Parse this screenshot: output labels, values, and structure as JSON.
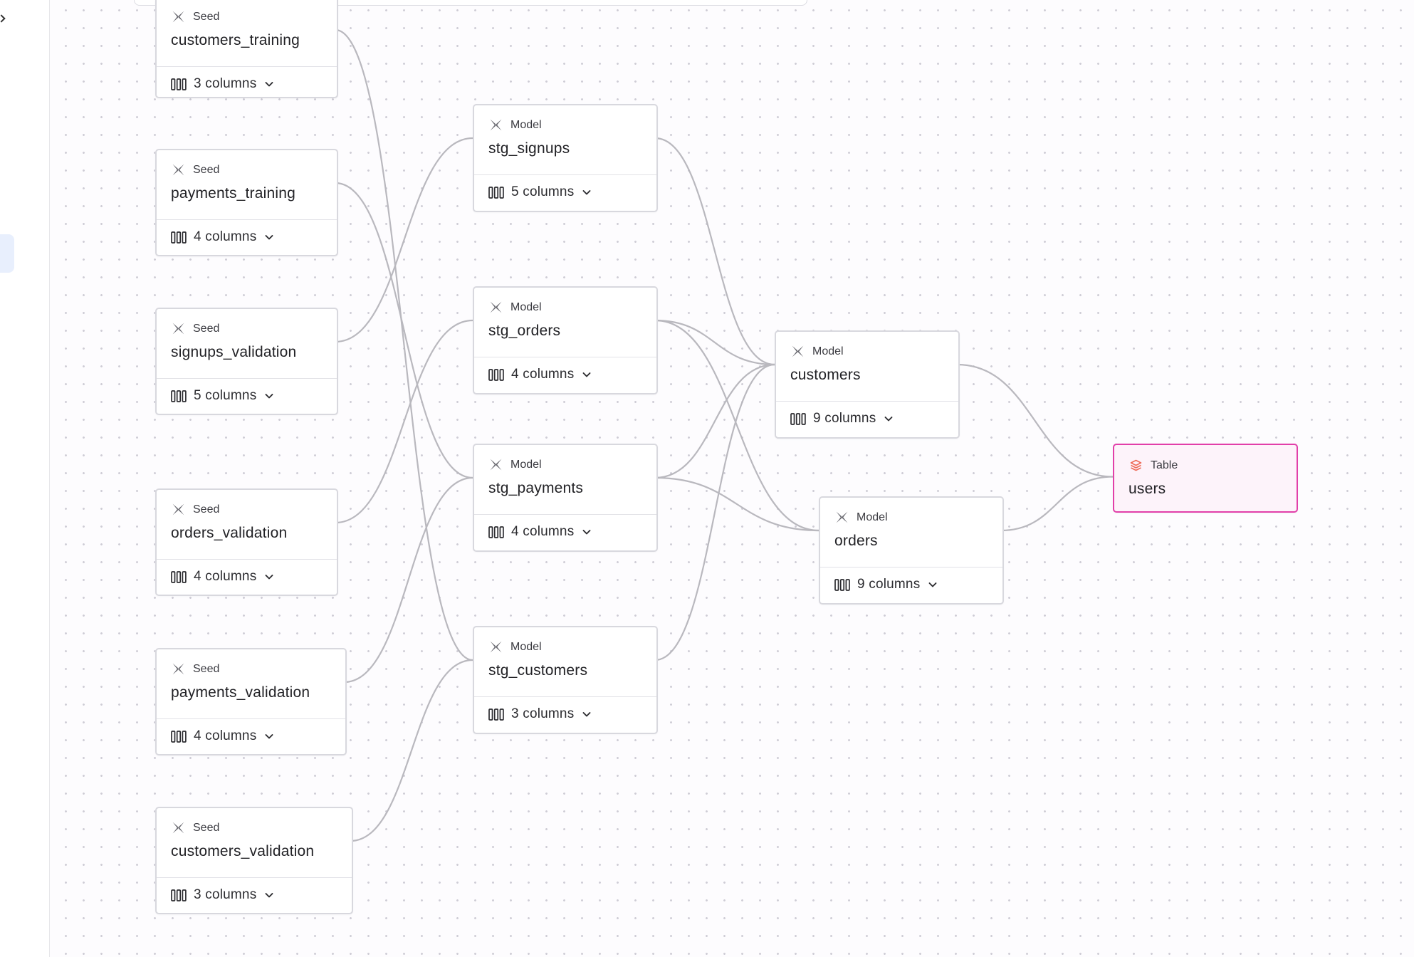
{
  "colors": {
    "edge": "#b9b8be",
    "table_border": "#e23fa9",
    "table_background": "#fdf3fa",
    "table_icon": "#ee6a57",
    "node_icon": "#6b6b72"
  },
  "nodes": [
    {
      "id": "customers_training",
      "kind": "Seed",
      "name": "customers_training",
      "columns": "3 columns",
      "icon": "dbt-logo-icon"
    },
    {
      "id": "payments_training",
      "kind": "Seed",
      "name": "payments_training",
      "columns": "4 columns",
      "icon": "dbt-logo-icon"
    },
    {
      "id": "signups_validation",
      "kind": "Seed",
      "name": "signups_validation",
      "columns": "5 columns",
      "icon": "dbt-logo-icon"
    },
    {
      "id": "orders_validation",
      "kind": "Seed",
      "name": "orders_validation",
      "columns": "4 columns",
      "icon": "dbt-logo-icon"
    },
    {
      "id": "payments_validation",
      "kind": "Seed",
      "name": "payments_validation",
      "columns": "4 columns",
      "icon": "dbt-logo-icon"
    },
    {
      "id": "customers_validation",
      "kind": "Seed",
      "name": "customers_validation",
      "columns": "3 columns",
      "icon": "dbt-logo-icon"
    },
    {
      "id": "stg_signups",
      "kind": "Model",
      "name": "stg_signups",
      "columns": "5 columns",
      "icon": "dbt-logo-icon"
    },
    {
      "id": "stg_orders",
      "kind": "Model",
      "name": "stg_orders",
      "columns": "4 columns",
      "icon": "dbt-logo-icon"
    },
    {
      "id": "stg_payments",
      "kind": "Model",
      "name": "stg_payments",
      "columns": "4 columns",
      "icon": "dbt-logo-icon"
    },
    {
      "id": "stg_customers",
      "kind": "Model",
      "name": "stg_customers",
      "columns": "3 columns",
      "icon": "dbt-logo-icon"
    },
    {
      "id": "customers",
      "kind": "Model",
      "name": "customers",
      "columns": "9 columns",
      "icon": "dbt-logo-icon"
    },
    {
      "id": "orders",
      "kind": "Model",
      "name": "orders",
      "columns": "9 columns",
      "icon": "dbt-logo-icon"
    },
    {
      "id": "users",
      "kind": "Table",
      "name": "users",
      "icon": "table-layers-icon"
    }
  ],
  "edges": [
    [
      "customers_training",
      "stg_customers"
    ],
    [
      "payments_training",
      "stg_payments"
    ],
    [
      "signups_validation",
      "stg_signups"
    ],
    [
      "orders_validation",
      "stg_orders"
    ],
    [
      "payments_validation",
      "stg_payments"
    ],
    [
      "customers_validation",
      "stg_customers"
    ],
    [
      "stg_signups",
      "customers"
    ],
    [
      "stg_orders",
      "customers"
    ],
    [
      "stg_payments",
      "customers"
    ],
    [
      "stg_customers",
      "customers"
    ],
    [
      "stg_orders",
      "orders"
    ],
    [
      "stg_payments",
      "orders"
    ],
    [
      "customers",
      "users"
    ],
    [
      "orders",
      "users"
    ]
  ]
}
